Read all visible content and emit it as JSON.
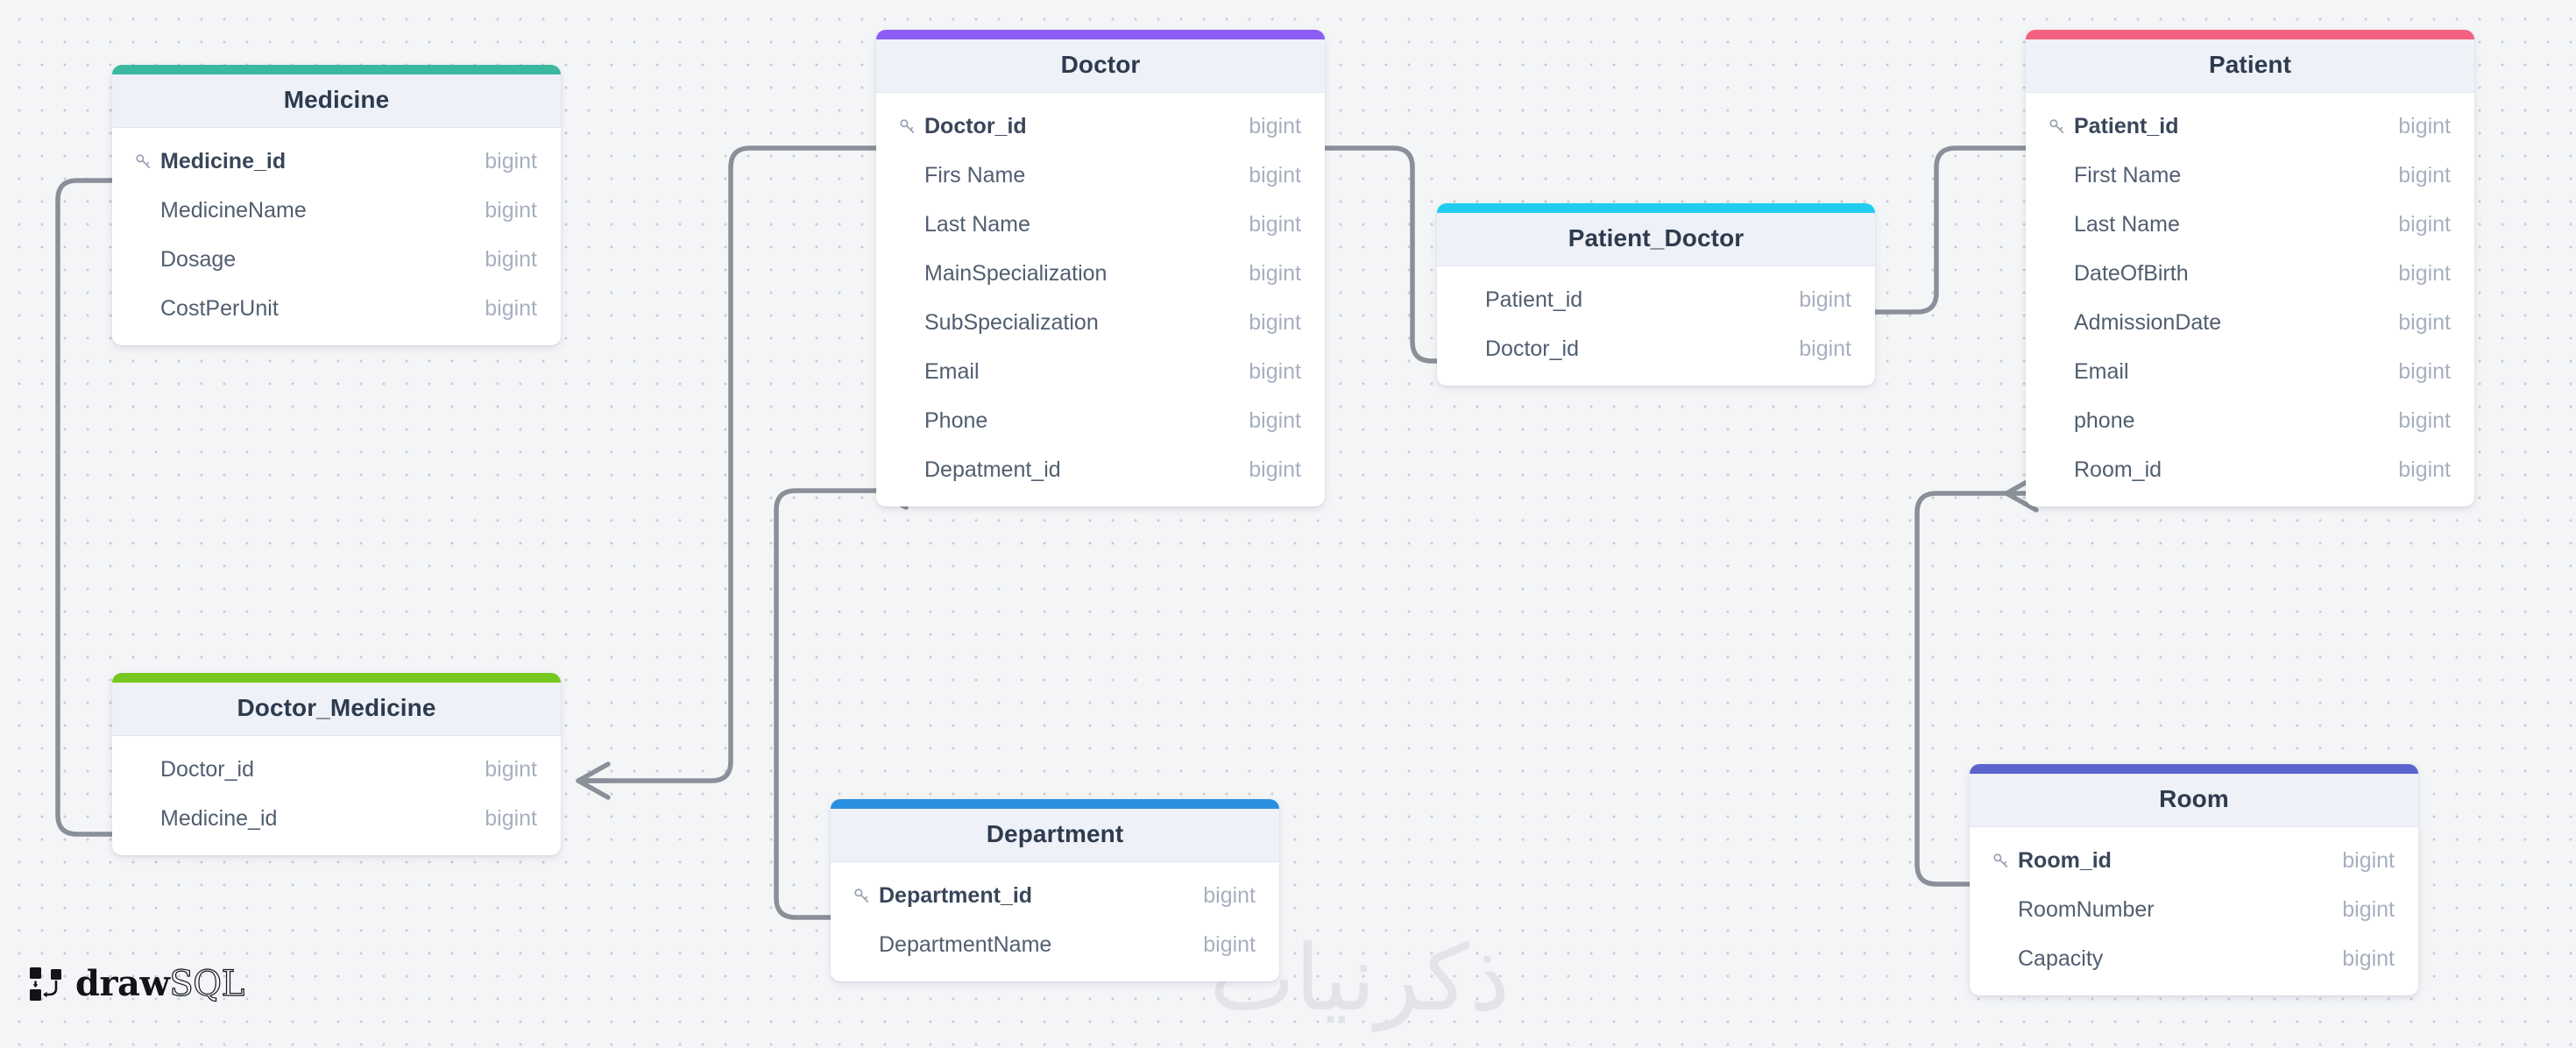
{
  "app": {
    "logo_draw": "draw",
    "logo_sql": "SQL",
    "logo_icon": "drawsql-logo-icon"
  },
  "watermark": {
    "text": "ذكرنيات"
  },
  "colors": {
    "accent_medicine": "#3BB8A0",
    "accent_doctor": "#8B5CF6",
    "accent_patient": "#F4607F",
    "accent_patient_doctor": "#22CCEE",
    "accent_doctor_medicine": "#76C720",
    "accent_department": "#2B8FE0",
    "accent_room": "#5B63CE",
    "canvas_bg": "#f4f5f7",
    "header_bg": "#eef1f7",
    "table_bg": "#ffffff",
    "text_primary": "#2e3b4e",
    "text_column": "#515e70",
    "text_type": "#a7b0c0",
    "connector": "#8a9099"
  },
  "tables": [
    {
      "id": "medicine",
      "name": "Medicine",
      "columns": [
        {
          "name": "Medicine_id",
          "type": "bigint",
          "pk": true
        },
        {
          "name": "MedicineName",
          "type": "bigint",
          "pk": false
        },
        {
          "name": "Dosage",
          "type": "bigint",
          "pk": false
        },
        {
          "name": "CostPerUnit",
          "type": "bigint",
          "pk": false
        }
      ]
    },
    {
      "id": "doctor",
      "name": "Doctor",
      "columns": [
        {
          "name": "Doctor_id",
          "type": "bigint",
          "pk": true
        },
        {
          "name": "Firs Name",
          "type": "bigint",
          "pk": false
        },
        {
          "name": "Last Name",
          "type": "bigint",
          "pk": false
        },
        {
          "name": "MainSpecialization",
          "type": "bigint",
          "pk": false
        },
        {
          "name": "SubSpecialization",
          "type": "bigint",
          "pk": false
        },
        {
          "name": "Email",
          "type": "bigint",
          "pk": false
        },
        {
          "name": "Phone",
          "type": "bigint",
          "pk": false
        },
        {
          "name": "Depatment_id",
          "type": "bigint",
          "pk": false
        }
      ]
    },
    {
      "id": "patient",
      "name": "Patient",
      "columns": [
        {
          "name": "Patient_id",
          "type": "bigint",
          "pk": true
        },
        {
          "name": "First Name",
          "type": "bigint",
          "pk": false
        },
        {
          "name": "Last Name",
          "type": "bigint",
          "pk": false
        },
        {
          "name": "DateOfBirth",
          "type": "bigint",
          "pk": false
        },
        {
          "name": "AdmissionDate",
          "type": "bigint",
          "pk": false
        },
        {
          "name": "Email",
          "type": "bigint",
          "pk": false
        },
        {
          "name": "phone",
          "type": "bigint",
          "pk": false
        },
        {
          "name": "Room_id",
          "type": "bigint",
          "pk": false
        }
      ]
    },
    {
      "id": "patient_doctor",
      "name": "Patient_Doctor",
      "columns": [
        {
          "name": "Patient_id",
          "type": "bigint",
          "pk": false
        },
        {
          "name": "Doctor_id",
          "type": "bigint",
          "pk": false
        }
      ]
    },
    {
      "id": "doctor_medicine",
      "name": "Doctor_Medicine",
      "columns": [
        {
          "name": "Doctor_id",
          "type": "bigint",
          "pk": false
        },
        {
          "name": "Medicine_id",
          "type": "bigint",
          "pk": false
        }
      ]
    },
    {
      "id": "department",
      "name": "Department",
      "columns": [
        {
          "name": "Department_id",
          "type": "bigint",
          "pk": true
        },
        {
          "name": "DepartmentName",
          "type": "bigint",
          "pk": false
        }
      ]
    },
    {
      "id": "room",
      "name": "Room",
      "columns": [
        {
          "name": "Room_id",
          "type": "bigint",
          "pk": true
        },
        {
          "name": "RoomNumber",
          "type": "bigint",
          "pk": false
        },
        {
          "name": "Capacity",
          "type": "bigint",
          "pk": false
        }
      ]
    }
  ],
  "relationships": [
    {
      "from_table": "Medicine",
      "from_column": "Medicine_id",
      "to_table": "Doctor_Medicine",
      "to_column": "Medicine_id"
    },
    {
      "from_table": "Doctor",
      "from_column": "Doctor_id",
      "to_table": "Doctor_Medicine",
      "to_column": "Doctor_id"
    },
    {
      "from_table": "Doctor",
      "from_column": "Doctor_id",
      "to_table": "Patient_Doctor",
      "to_column": "Doctor_id"
    },
    {
      "from_table": "Patient",
      "from_column": "Patient_id",
      "to_table": "Patient_Doctor",
      "to_column": "Patient_id"
    },
    {
      "from_table": "Department",
      "from_column": "Department_id",
      "to_table": "Doctor",
      "to_column": "Depatment_id"
    },
    {
      "from_table": "Room",
      "from_column": "Room_id",
      "to_table": "Patient",
      "to_column": "Room_id"
    }
  ]
}
